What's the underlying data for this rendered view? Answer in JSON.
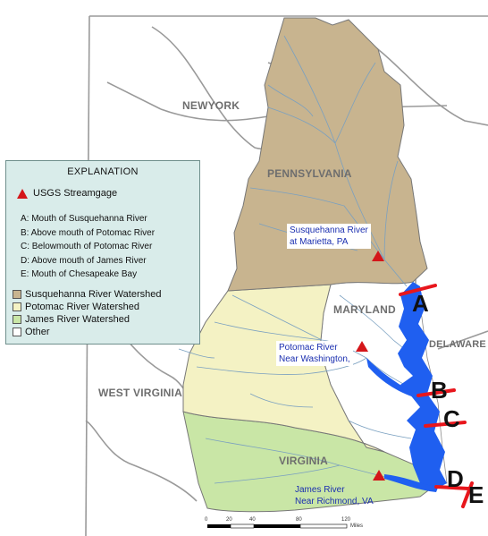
{
  "states": {
    "new_york": "NEWYORK",
    "pennsylvania": "PENNSYLVANIA",
    "maryland": "MARYLAND",
    "delaware": "DELAWARE",
    "west_virginia": "WEST VIRGINIA",
    "virginia": "VIRGINIA"
  },
  "gauges": {
    "susquehanna": [
      "Susquehanna River",
      "at Marietta, PA"
    ],
    "potomac": [
      "Potomac River",
      "Near Washington,"
    ],
    "james": [
      "James River",
      "Near Richmond, VA"
    ]
  },
  "points": [
    "A",
    "B",
    "C",
    "D",
    "E"
  ],
  "legend": {
    "title": "EXPLANATION",
    "gauge_label": "USGS Streamgage",
    "point_items": [
      "A:  Mouth of Susquehanna River",
      "B:  Above mouth of Potomac River",
      "C:  Belowmouth of Potomac River",
      "D:  Above mouth of James River",
      "E:  Mouth of Chesapeake Bay"
    ],
    "watersheds": [
      {
        "label": "Susquehanna River Watershed",
        "color": "#c8b48f"
      },
      {
        "label": "Potomac River Watershed",
        "color": "#f4f2c4"
      },
      {
        "label": "James River Watershed",
        "color": "#c9e6a6"
      },
      {
        "label": "Other",
        "color": "#ffffff"
      }
    ]
  },
  "scale": {
    "ticks": [
      "0",
      "20",
      "40",
      "80",
      "120"
    ],
    "unit": "Miles"
  },
  "colors": {
    "water": "#1f5ff0",
    "gauge_marker": "#d4161a",
    "section_line": "#e8161c",
    "label_text": "#1b2fb0"
  }
}
